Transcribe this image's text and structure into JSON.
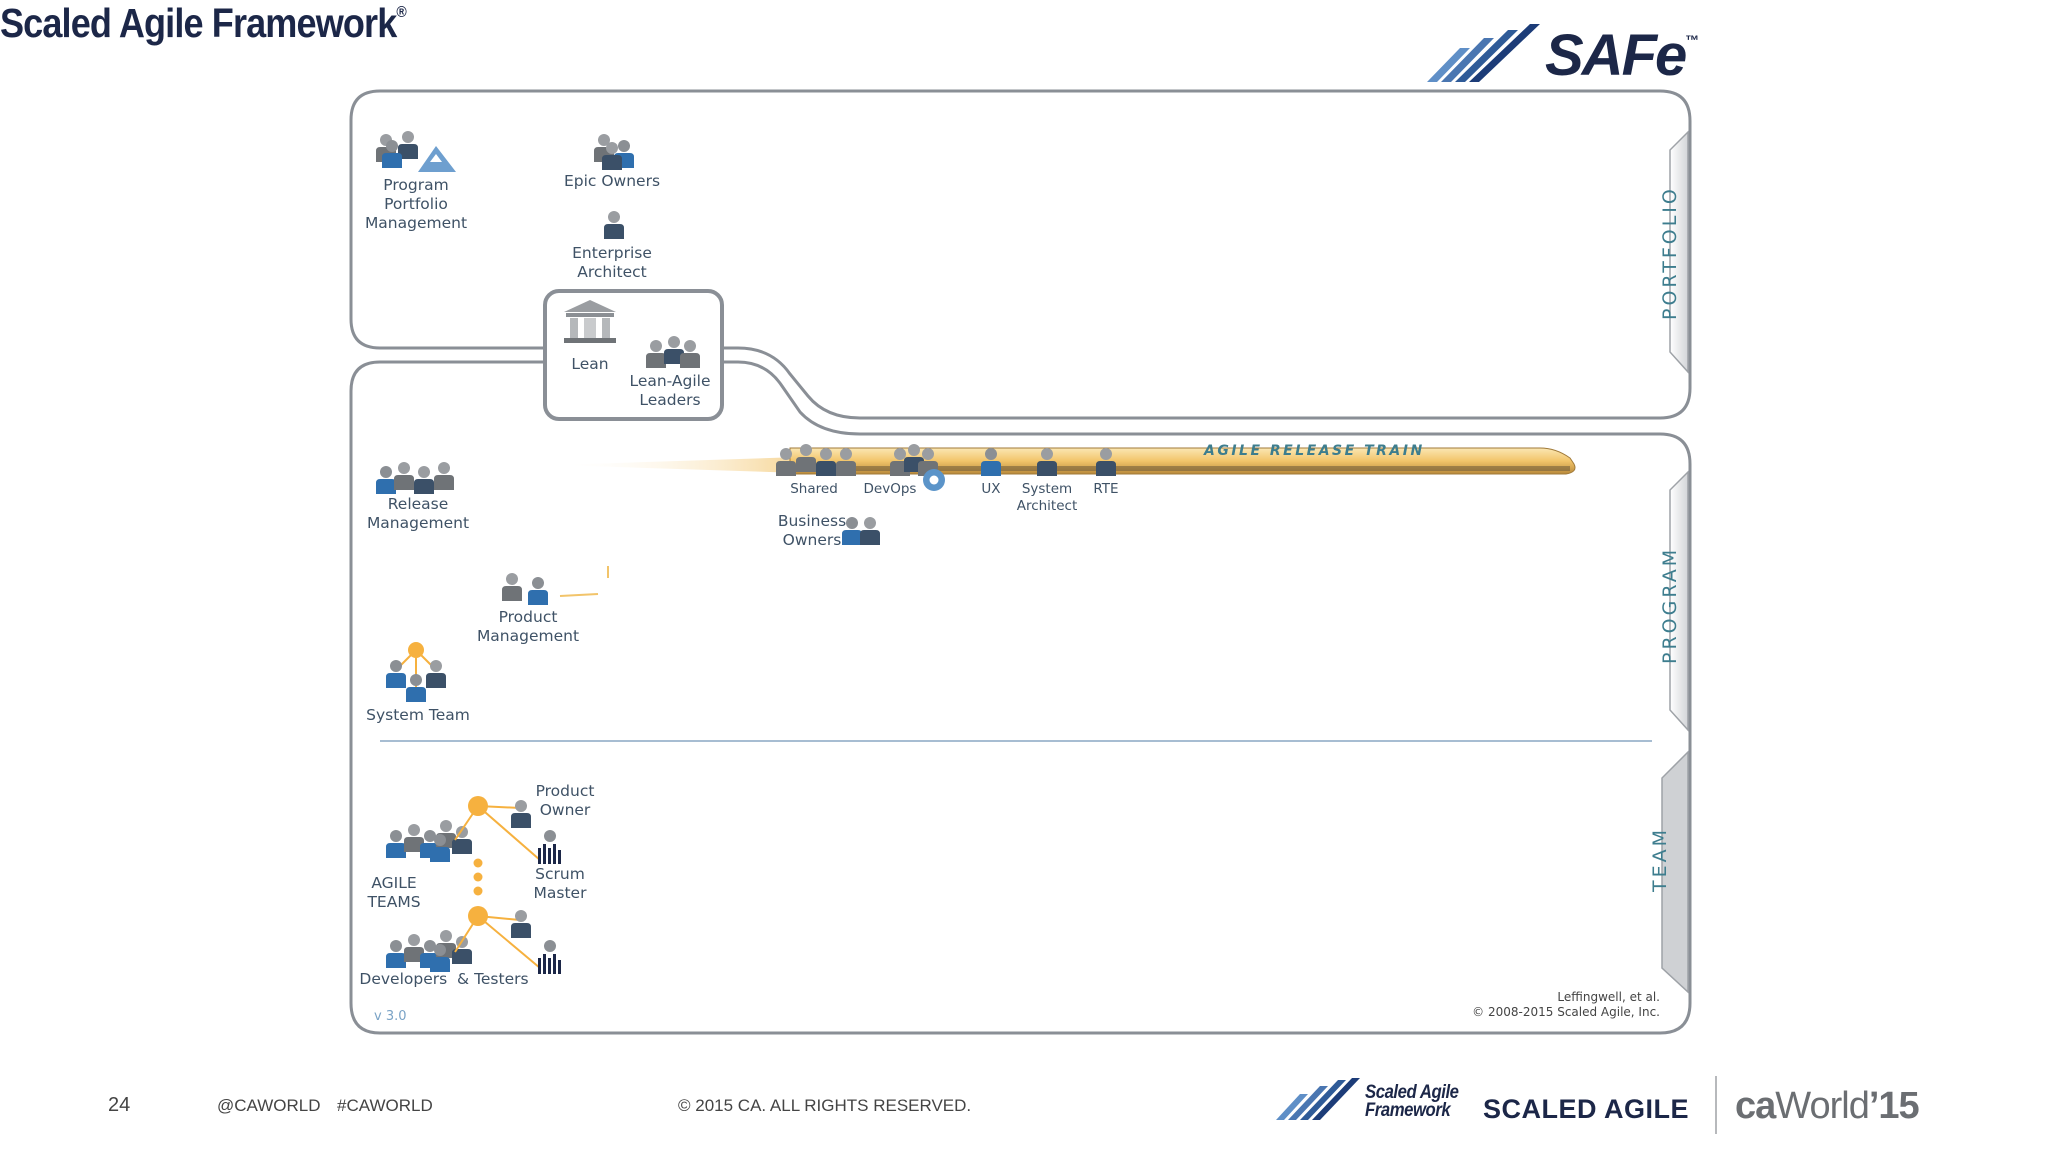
{
  "header": {
    "title": "Scaled Agile Framework",
    "title_mark": "®",
    "logo_text": "SAFe",
    "logo_mark": "™"
  },
  "levels": {
    "portfolio": "PORTFOLIO",
    "program": "PROGRAM",
    "team": "TEAM"
  },
  "portfolio": {
    "ppm_line1": "Program",
    "ppm_line2": "Portfolio",
    "ppm_line3": "Management",
    "epic_owners": "Epic Owners",
    "ea_line1": "Enterprise",
    "ea_line2": "Architect",
    "lean": "Lean",
    "leaders_line1": "Lean-Agile",
    "leaders_line2": "Leaders"
  },
  "program": {
    "art_label": "AGILE RELEASE TRAIN",
    "shared": "Shared",
    "devops": "DevOps",
    "ux": "UX",
    "sysarch_line1": "System",
    "sysarch_line2": "Architect",
    "rte": "RTE",
    "bo_line1": "Business",
    "bo_line2": "Owners",
    "rm_line1": "Release",
    "rm_line2": "Management",
    "pm_line1": "Product",
    "pm_line2": "Management",
    "system_team": "System Team"
  },
  "team": {
    "po_line1": "Product",
    "po_line2": "Owner",
    "sm_line1": "Scrum",
    "sm_line2": "Master",
    "agile_line1": "AGILE",
    "agile_line2": "TEAMS",
    "devtest": "Developers  & Testers"
  },
  "diagram_footer": {
    "version": "v 3.0",
    "credit_line1": "Leffingwell, et al.",
    "credit_line2": "© 2008-2015  Scaled Agile, Inc."
  },
  "slide_footer": {
    "page_number": "24",
    "handle1": "@CAWORLD",
    "handle2": "#CAWORLD",
    "copyright": "© 2015 CA. ALL RIGHTS RESERVED.",
    "saf_logo_line1": "Scaled Agile",
    "saf_logo_line2": "Framework",
    "scaled_agile": "SCALED AGILE",
    "caworld_ca": "ca",
    "caworld_world": "World",
    "caworld_year": "’15"
  },
  "colors": {
    "navy": "#1c2748",
    "teal": "#3d7d8e",
    "frame": "#8a8f96",
    "accent_orange": "#f6b13f",
    "person_blue": "#2f6fae",
    "person_grey": "#8b8f94"
  }
}
